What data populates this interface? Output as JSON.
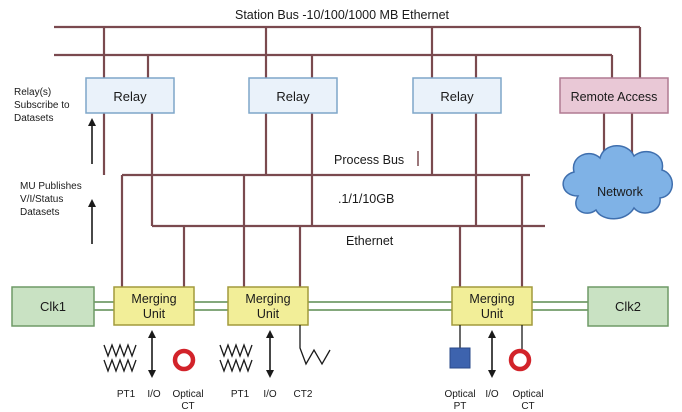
{
  "bus": {
    "station_title": "Station Bus -10/100/1000 MB Ethernet",
    "process_bus": "Process Bus",
    "process_speed": ".1/1/10GB",
    "process_ethernet": "Ethernet"
  },
  "relays": [
    {
      "label": "Relay"
    },
    {
      "label": "Relay"
    },
    {
      "label": "Relay"
    }
  ],
  "remote_access": {
    "label": "Remote Access"
  },
  "network": {
    "label": "Network"
  },
  "side_notes": {
    "relay_subscribe": [
      "Relay(s)",
      "Subscribe to",
      "Datasets"
    ],
    "mu_publishes": [
      "MU Publishes",
      "V/I/Status",
      "Datasets"
    ]
  },
  "clocks": [
    {
      "label": "Clk1"
    },
    {
      "label": "Clk2"
    }
  ],
  "merging_units": [
    {
      "lines": [
        "Merging",
        "Unit"
      ]
    },
    {
      "lines": [
        "Merging",
        "Unit"
      ]
    },
    {
      "lines": [
        "Merging",
        "Unit"
      ]
    }
  ],
  "devices": {
    "pt1_a": "PT1",
    "io_a": "I/O",
    "optical_ct_a": [
      "Optical",
      "CT"
    ],
    "pt1_b": "PT1",
    "io_b": "I/O",
    "ct2": "CT2",
    "optical_pt": [
      "Optical",
      "PT"
    ],
    "io_c": "I/O",
    "optical_ct_c": [
      "Optical",
      "CT"
    ]
  },
  "colors": {
    "bus_line": "#7a4a4f",
    "relay_fill": "#eaf2fa",
    "relay_border": "#7ea6c9",
    "remote_fill": "#e9c8d6",
    "remote_border": "#b07a92",
    "clock_fill": "#c9e2c3",
    "clock_border": "#6f9a67",
    "mu_fill": "#f2ee98",
    "mu_border": "#a29a3c",
    "cloud_fill": "#7fb2e6",
    "cloud_border": "#3f6fae",
    "green_line": "#84a87c",
    "optical_pt_fill": "#3d63ae",
    "optical_ct_ring": "#d2232a"
  }
}
